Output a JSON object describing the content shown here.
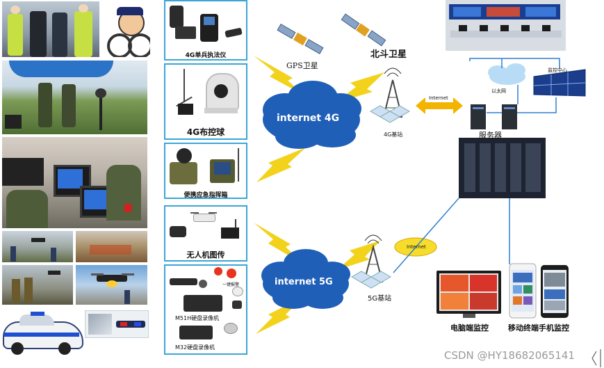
{
  "devices": {
    "law_enforcement": "4G单兵执法仪",
    "ptz_ball": "4G布控球",
    "emergency_box": "便携应急指挥箱",
    "drone": "无人机图传",
    "m51h": "M51H硬盘录像机",
    "m32": "M32硬盘录像机",
    "alarm_badge": "一键报警"
  },
  "satellites": {
    "gps": "GPS卫星",
    "beidou": "北斗卫星"
  },
  "network": {
    "cloud_4g": "internet 4G",
    "cloud_5g": "internet 5G",
    "station_4g": "4G基站",
    "station_5g": "5G基站",
    "internet_arrow": "Internet",
    "internet_bubble": "Internet",
    "ethernet": "以太网",
    "monitor_center": "监控中心",
    "server": "服务器"
  },
  "terminals": {
    "pc": "电脑端监控",
    "mobile": "移动终端手机监控"
  },
  "watermark": "CSDN @HY18682065141",
  "colors": {
    "cloud_blue": "#1f5fb8",
    "box_border": "#3aa6d6",
    "lightning": "#f2d21b",
    "link_blue": "#2f7fd0"
  }
}
